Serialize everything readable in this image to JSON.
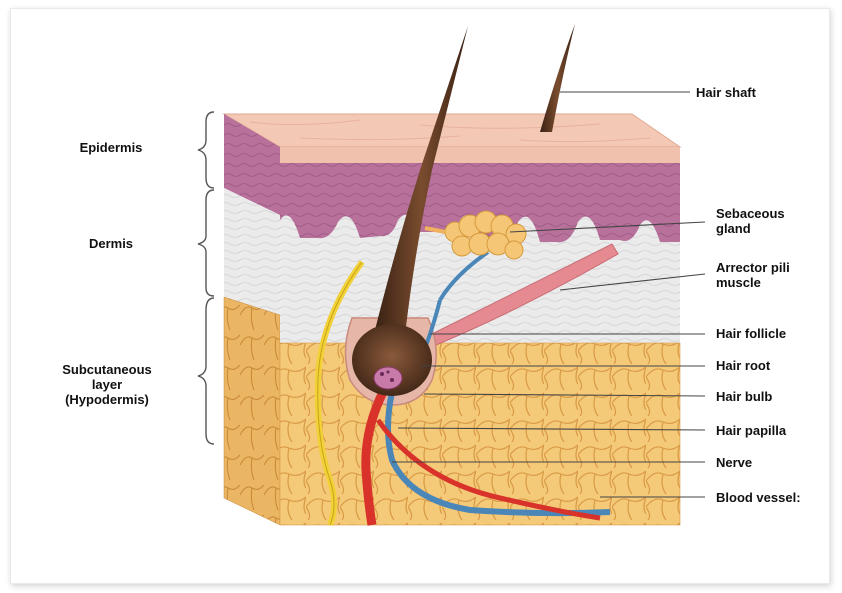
{
  "left_labels": {
    "epidermis": "Epidermis",
    "dermis": "Dermis",
    "subcutaneous_1": "Subcutaneous",
    "subcutaneous_2": "layer",
    "subcutaneous_3": "(Hypodermis)"
  },
  "right_labels": {
    "hair_shaft": "Hair shaft",
    "sebaceous_1": "Sebaceous",
    "sebaceous_2": "gland",
    "arrector_1": "Arrector pili",
    "arrector_2": "muscle",
    "hair_follicle": "Hair follicle",
    "hair_root": "Hair root",
    "hair_bulb": "Hair bulb",
    "hair_papilla": "Hair papilla",
    "nerve": "Nerve",
    "blood_vessels": "Blood vessel:"
  },
  "colors": {
    "epidermis_top": "#f3c9b6",
    "epidermis_layer": "#b76f9a",
    "dermis": "#e9e9ea",
    "hypodermis": "#f4c978",
    "hair": "#5a3520",
    "nerve": "#f1d136",
    "artery": "#d8322b",
    "vein": "#4a86b8",
    "muscle": "#e58a90"
  }
}
